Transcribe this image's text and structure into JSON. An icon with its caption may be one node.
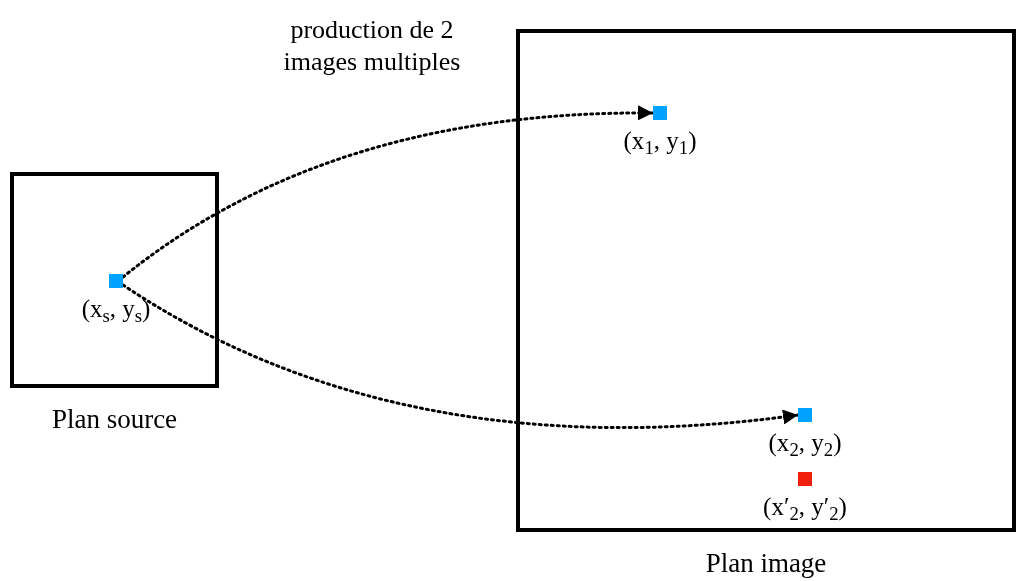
{
  "diagram": {
    "nodes": [
      {
        "text": [
          "Plan source"
        ]
      },
      {
        "text": [],
        "shape": "box",
        "in": 0,
        "beside": [
          "(x$_{s}$, y$_{s}$)"
        ]
      },
      {
        "text": [
          "Plan image"
        ]
      },
      {
        "text": [],
        "shape": "box",
        "in": 2,
        "beside": [
          "(x$_{1}$, y$_{1}$)"
        ]
      },
      {
        "text": [],
        "shape": "box",
        "in": 2,
        "beside": [
          "(x$_{2}$, y$_{2}$)"
        ]
      },
      {
        "text": [],
        "shape": "box",
        "in": 2,
        "beside": [
          "(x′$_{2}$, y′$_{2}$)"
        ]
      }
    ],
    "edges": [
      {
        "from": 1,
        "to": 3,
        "arrow": "to",
        "style": "dashed"
      },
      {
        "from": 1,
        "to": 4,
        "arrow": "to",
        "style": "dashed"
      }
    ],
    "labels": [
      "production de 2 images multiples"
    ]
  }
}
